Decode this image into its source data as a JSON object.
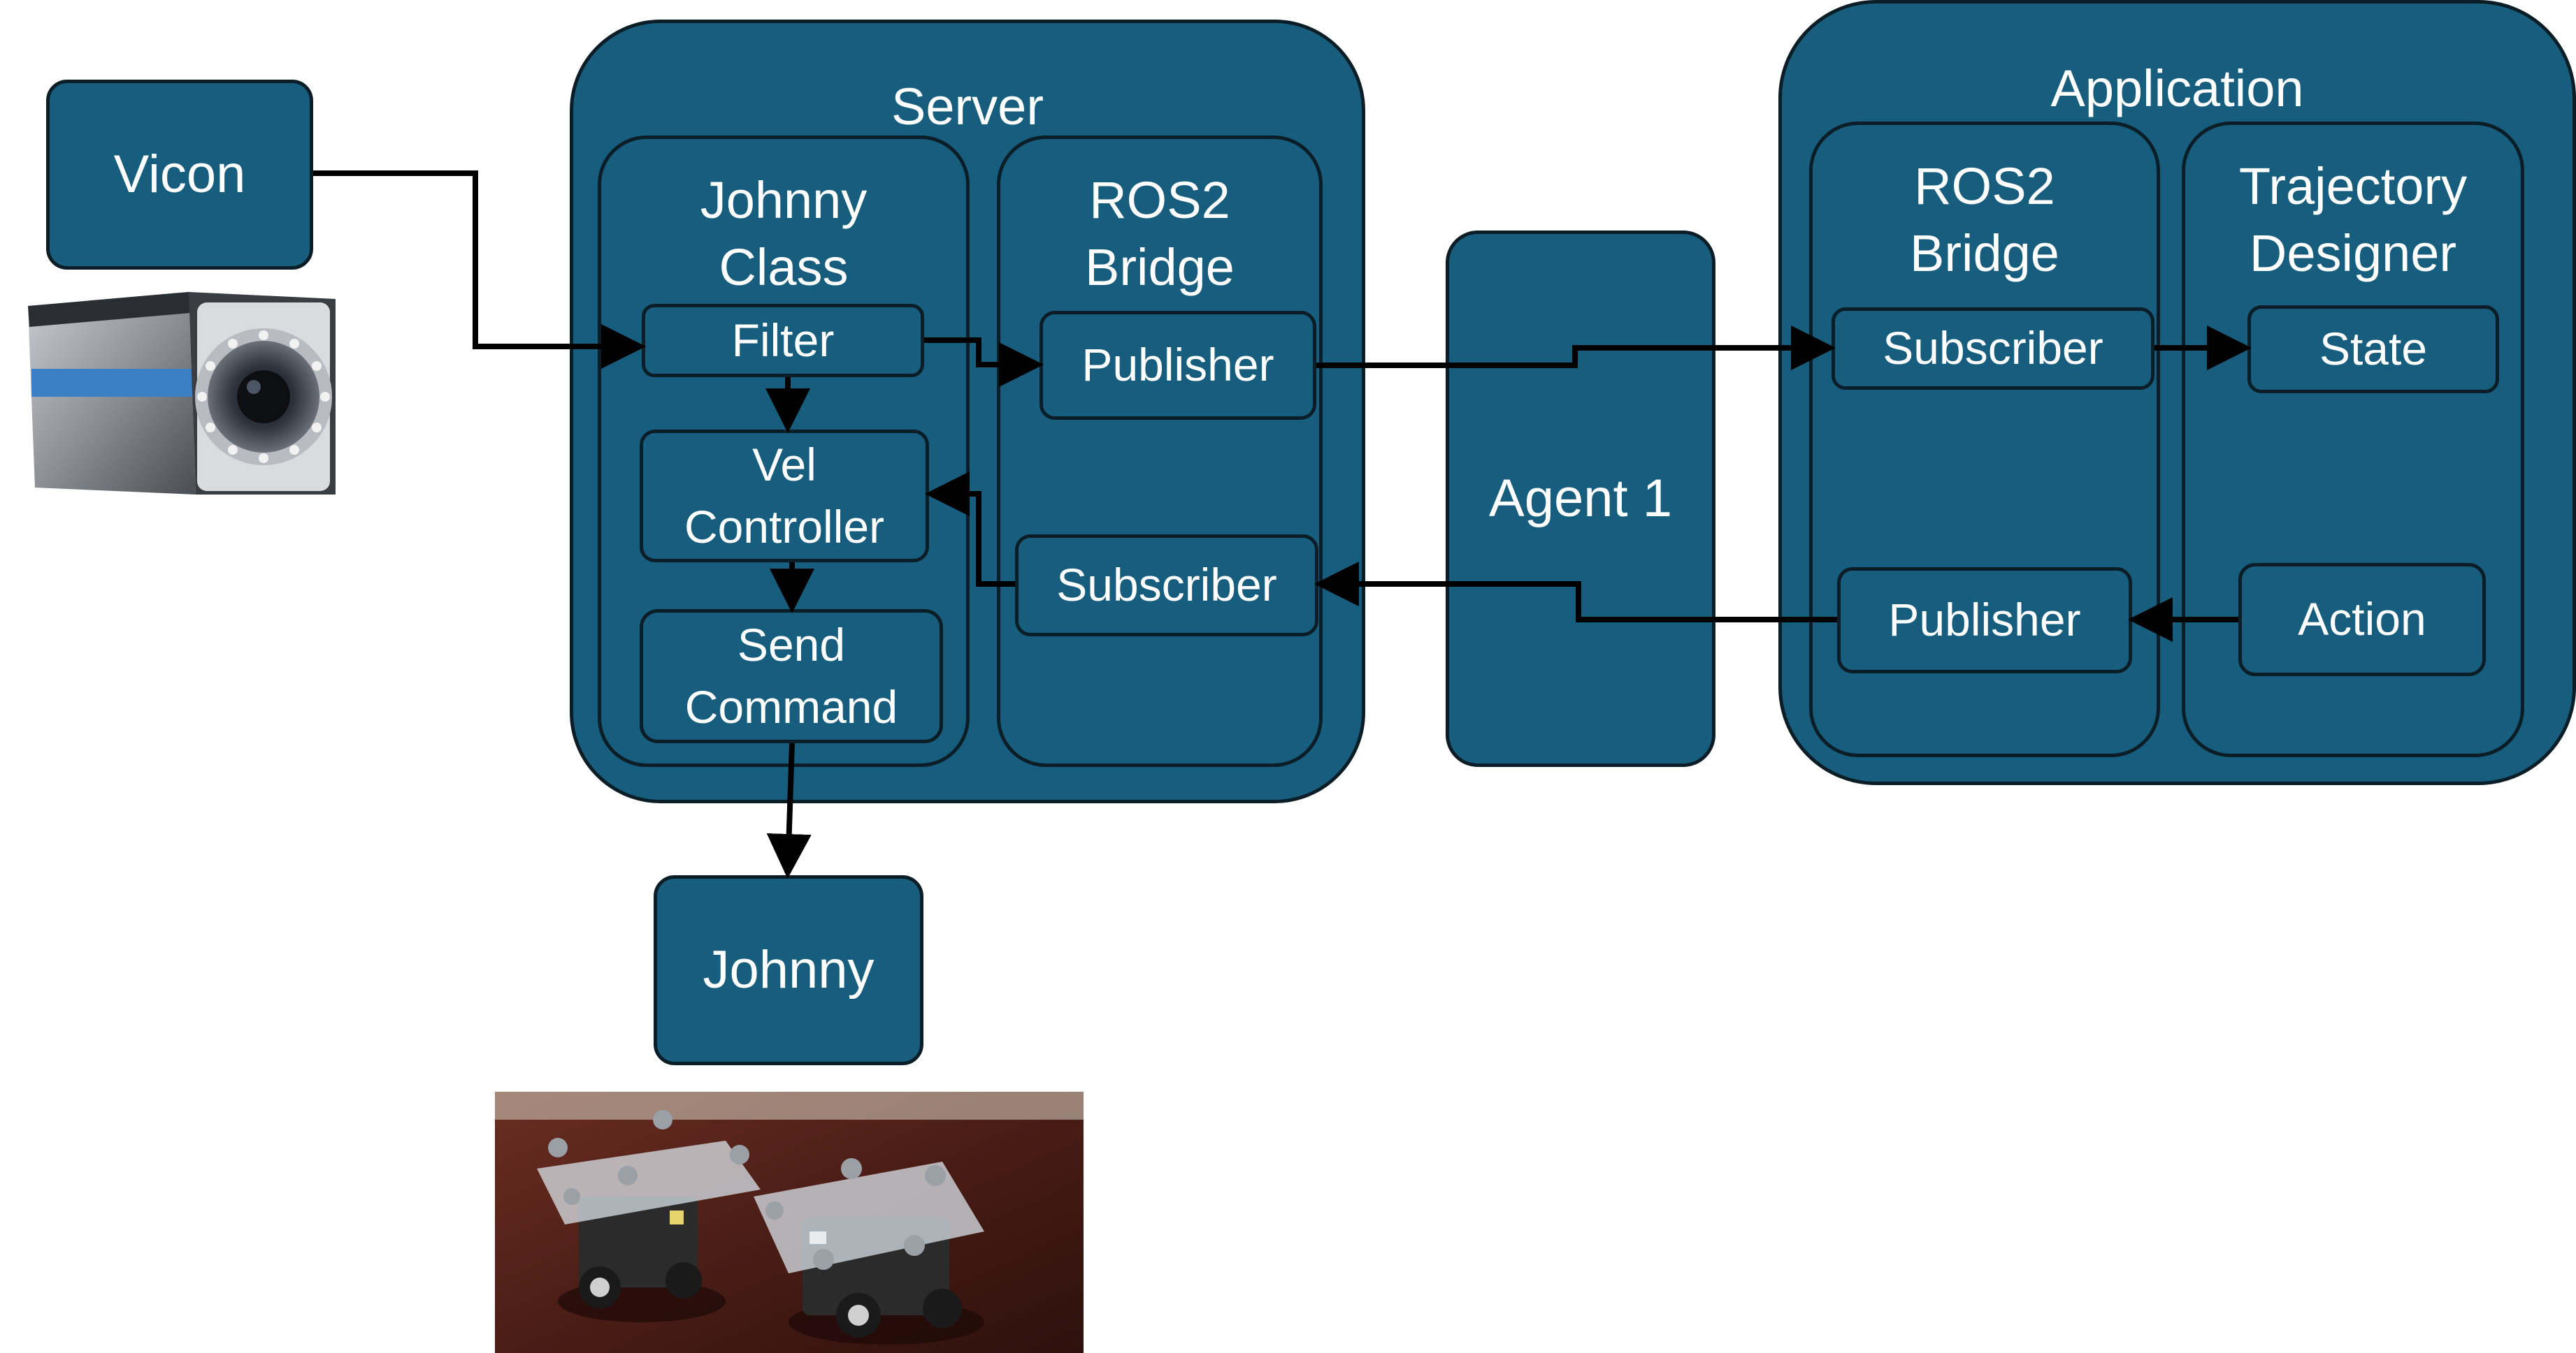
{
  "colors": {
    "box_fill": "#175e7e",
    "box_border": "#0b1d26",
    "arrow": "#000000",
    "text": "#ffffff"
  },
  "vicon": {
    "label": "Vicon"
  },
  "server": {
    "title": "Server",
    "johnny_class": {
      "title": "Johnny\nClass",
      "filter": "Filter",
      "vel_controller": "Vel\nController",
      "send_command": "Send\nCommand"
    },
    "ros2_bridge": {
      "title": "ROS2\nBridge",
      "publisher": "Publisher",
      "subscriber": "Subscriber"
    }
  },
  "agent": {
    "label": "Agent 1"
  },
  "application": {
    "title": "Application",
    "ros2_bridge": {
      "title": "ROS2\nBridge",
      "subscriber": "Subscriber",
      "publisher": "Publisher"
    },
    "trajectory_designer": {
      "title": "Trajectory\nDesigner",
      "state": "State",
      "action": "Action"
    }
  },
  "johnny": {
    "label": "Johnny"
  },
  "images": [
    "vicon-camera-photo",
    "johnny-robots-photo"
  ]
}
